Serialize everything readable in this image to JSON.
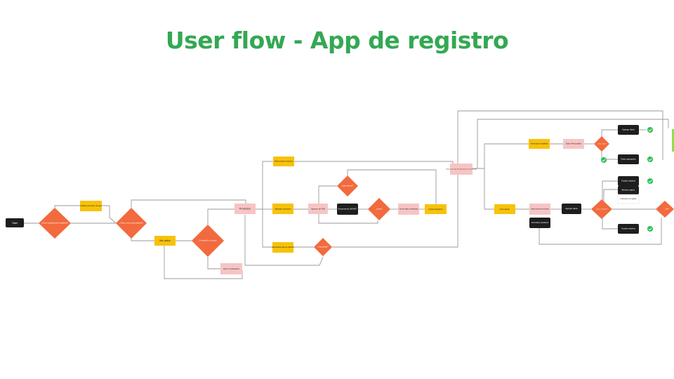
{
  "title": "User flow - App de registro",
  "colors": {
    "title": "#34a853",
    "decision": "#f26a3d",
    "process": "#f7c20a",
    "screen": "#f7c4c4",
    "terminal": "#1e1e1e",
    "check": "#2fbf52",
    "edge": "#9a9a9a",
    "side_accent": "#8fe04a"
  },
  "nodes": {
    "start": "Start",
    "d1": "¿Tiene la aplicación instalada?",
    "install": "Instalar permisos de app",
    "d2": "¿Tiene una cuenta abierta?",
    "mis_datos": "Mis datos",
    "d3": "Contraseña correcta",
    "error_pw": "Error contraseña",
    "productos": "Productos",
    "seleccionar": "Seleccionar producto",
    "agregar_producto": "Agregar producto",
    "ingreso_dni": "Ingreso de DNI",
    "d_hay_internet": "¿Hay internet?",
    "escaneando": "Escaneando QR/NFC",
    "d_listo": "¿Listo?",
    "ok_datos": "Ok de datos verificados",
    "iniciar_registro": "Iniciar Registro",
    "administrar": "Administrar lista de clientes",
    "d_hay_pedido": "¿Hay pedido?",
    "seleccionar_tipo": "Seleccionar tipo de formulario de información",
    "informacion": "Información detallada",
    "datos_personales": "Datos Personales",
    "d_valido": "¿Todo válido?",
    "agregar_datos_top": "Agregar datos",
    "datos_agregados": "Datos agregados",
    "formulario": "Formulario",
    "seleccionar_formulario": "Seleccionar formulario",
    "agregar_datos": "Agregar datos",
    "formulario_pendiente": "Formulario pendiente",
    "d_completo": "¿Listo completo?",
    "d_fin": "¿Fin?",
    "guardar1": "Guardar registros",
    "eliminar": "Eliminar registro",
    "continuar": "Continuar con registro",
    "guardar2": "Guardar registros"
  }
}
